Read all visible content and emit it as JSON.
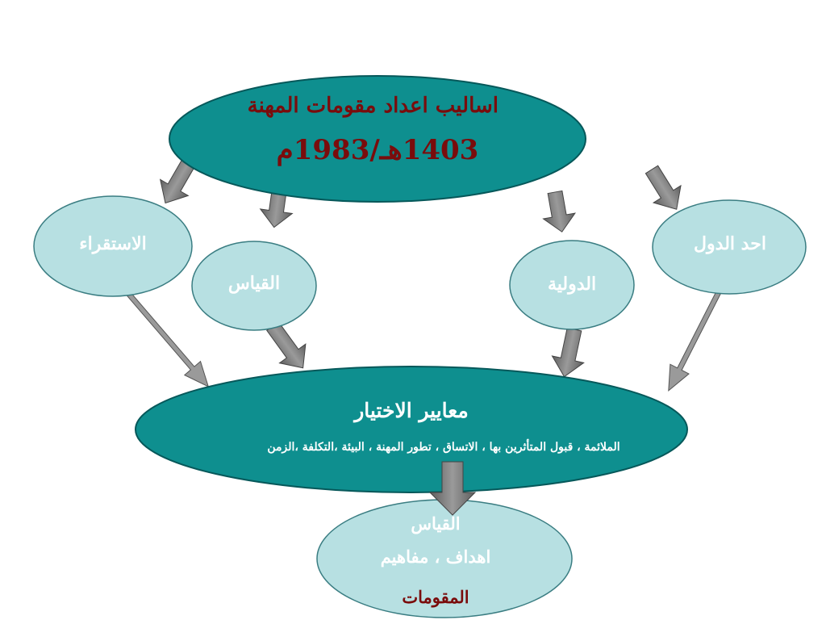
{
  "top": {
    "title": "اساليب اعداد مقومات المهنة",
    "date": "1403هـ/1983م"
  },
  "sources": {
    "induction": "الاستقراء",
    "analogy": "القياس",
    "international": "الدولية",
    "one_country": "احد الدول"
  },
  "criteria": {
    "title": "معايير الاختيار",
    "items": "الملائمة ، قبول المتأثرين بها ، الاتساق ، تطور المهنة ، البيئة ،التكلفة ،الزمن"
  },
  "result": {
    "line1": "القياس",
    "line2": "اهداف ، مفاهيم",
    "line3": "المقومات"
  },
  "colors": {
    "dark_teal": "#0e8f8f",
    "light_teal": "#b7e0e2",
    "arrow": "#8a8a8a",
    "dark_red": "#7a0c0c"
  }
}
